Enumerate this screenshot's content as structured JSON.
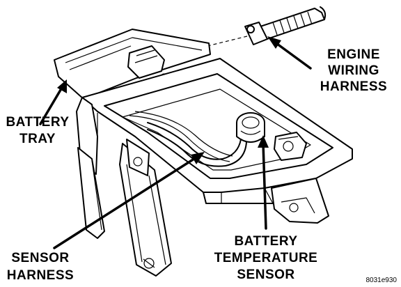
{
  "labels": {
    "engine_wiring_harness": [
      "ENGINE",
      "WIRING",
      "HARNESS"
    ],
    "battery_tray": [
      "BATTERY",
      "TRAY"
    ],
    "sensor_harness": [
      "SENSOR",
      "HARNESS"
    ],
    "battery_temperature_sensor": [
      "BATTERY",
      "TEMPERATURE",
      "SENSOR"
    ]
  },
  "figure_code": "8031e930",
  "colors": {
    "line": "#000000",
    "background": "#ffffff"
  }
}
